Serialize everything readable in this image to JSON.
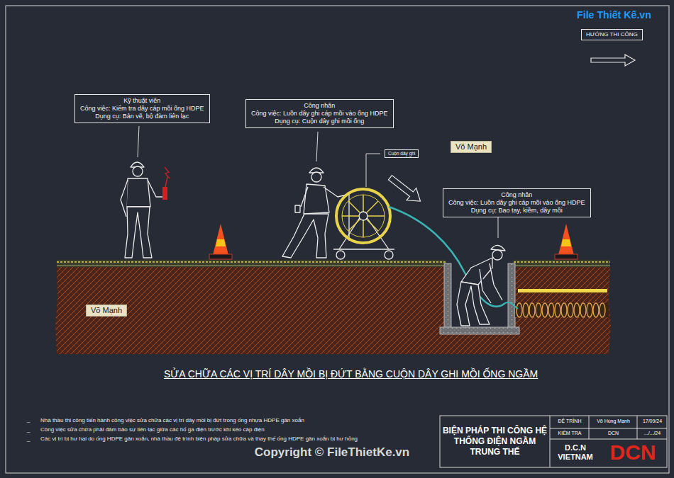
{
  "diagram": {
    "title": "SỬA CHỮA CÁC VỊ TRÍ DÂY MỒI BỊ ĐỨT BẰNG CUỘN DÂY GHI MỒI ỐNG NGẦM",
    "nodes": [
      {
        "text": [
          "HƯỚNG THI CÔNG"
        ]
      },
      {
        "text": [
          "Kỹ thuật viên",
          "Công việc: Kiểm tra dây cáp mồi ống HDPE",
          "Dụng cụ: Bản vẽ, bộ đàm liên lạc"
        ]
      },
      {
        "text": [
          "Công nhân",
          "Công việc: Luồn dây ghi cáp mồi vào ống HDPE",
          "Dụng cụ: Cuộn dây ghi mồi ống"
        ]
      },
      {
        "text": [
          "Cuộn dây ghi"
        ]
      },
      {
        "text": [
          "Võ Mạnh"
        ]
      },
      {
        "text": [
          "Công nhân",
          "Công việc: Luồn dây ghi cáp mồi vào ống HDPE",
          "Dụng cụ: Bao tay, kiềm, dây mồi"
        ]
      },
      {
        "text": [
          "Võ Mạnh"
        ]
      },
      {
        "text": [
          "BIỆN PHÁP THI CÔNG HỆ THỐNG ĐIỆN NGẦM TRUNG THẾ"
        ]
      }
    ],
    "labels": [
      "File Thiết Kế.vn",
      "_",
      "Nhà thầu thi công tiến hành công việc sửa chữa các vị trí dây mồi bị đứt trong ống nhựa HDPE gân xoắn",
      "_",
      "Công việc sửa chữa phải đảm bảo sự liên lạc giữa các hố ga điện trước khi kéo cáp điện",
      "_",
      "Các vị trí bị hư hại do ống HDPE gân xoắn, nhà thầu đệ trình biện pháp sửa chữa và thay thế ống HDPE gân xoắn bị hư hỏng",
      "ĐỆ TRÌNH",
      "Võ Hùng Mạnh",
      "17/09/24",
      "KIỂM TRA",
      "DCN",
      ".../.../24",
      "D.C.N VIETNAM",
      "DCN",
      "Copyright © FileThietKe.vn"
    ]
  }
}
